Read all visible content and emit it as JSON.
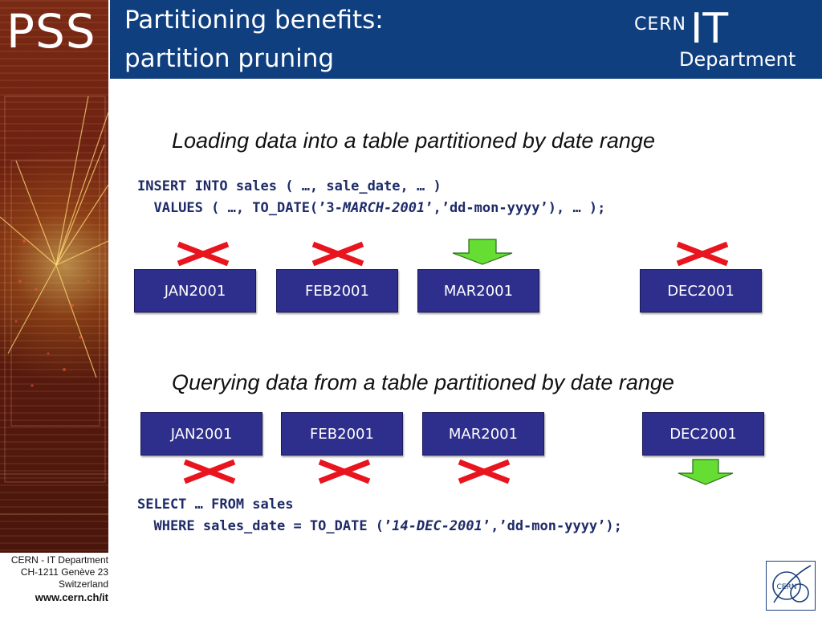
{
  "sidebar": {
    "logo": "PSS"
  },
  "header": {
    "title_line1": "Partitioning benefits:",
    "title_line2": "partition pruning",
    "brand_cern": "CERN",
    "brand_it": "IT",
    "brand_department": "Department"
  },
  "loading": {
    "heading": "Loading data into a table partitioned by date range",
    "code_line1": "INSERT INTO sales ( …, sale_date, … )",
    "code_line2_pre": "  VALUES ( …, TO_DATE(’3-",
    "code_line2_italic": "MARCH-2001",
    "code_line2_post": "’,’dd-mon-yyyy’), … );",
    "partitions": [
      {
        "label": "JAN2001",
        "marker": "cross"
      },
      {
        "label": "FEB2001",
        "marker": "cross"
      },
      {
        "label": "MAR2001",
        "marker": "arrow"
      },
      {
        "label": "DEC2001",
        "marker": "cross"
      }
    ]
  },
  "querying": {
    "heading": "Querying data from a table partitioned by date range",
    "code_line1": "SELECT … FROM sales",
    "code_line2_pre": "  WHERE sales_date = TO_DATE (’",
    "code_line2_italic": "14-DEC-2001",
    "code_line2_post": "’,’dd-mon-yyyy’);",
    "partitions": [
      {
        "label": "JAN2001",
        "marker": "cross"
      },
      {
        "label": "FEB2001",
        "marker": "cross"
      },
      {
        "label": "MAR2001",
        "marker": "cross"
      },
      {
        "label": "DEC2001",
        "marker": "arrow"
      }
    ]
  },
  "footer": {
    "line1": "CERN - IT Department",
    "line2": "CH-1211 Genève 23",
    "line3": "Switzerland",
    "url": "www.cern.ch/it"
  },
  "colors": {
    "header_bg": "#0f3f7f",
    "partition_bg": "#2e2e8c",
    "cross": "#e8141e",
    "arrow": "#66dd33",
    "code": "#1e2b68"
  },
  "icons": {
    "excluded": "red-cross-icon",
    "selected": "green-down-arrow-icon",
    "logo": "cern-logo-icon"
  }
}
